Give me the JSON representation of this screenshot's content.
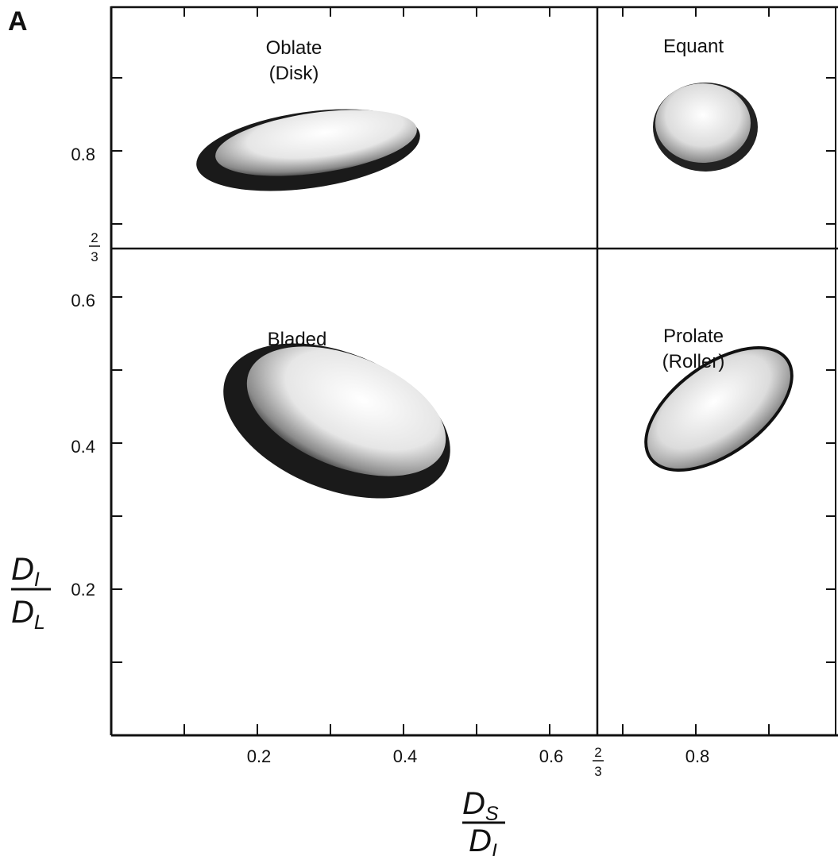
{
  "panel_label": "A",
  "regions": {
    "oblate": {
      "line1": "Oblate",
      "line2": "(Disk)"
    },
    "equant": {
      "line1": "Equant"
    },
    "bladed": {
      "line1": "Bladed"
    },
    "prolate": {
      "line1": "Prolate",
      "line2": "(Roller)"
    }
  },
  "axes": {
    "x": {
      "numerator": "D",
      "numerator_sub": "S",
      "denominator": "D",
      "denominator_sub": "I"
    },
    "y": {
      "numerator": "D",
      "numerator_sub": "I",
      "denominator": "D",
      "denominator_sub": "L"
    }
  },
  "x_tick_labels": [
    "0.2",
    "0.4",
    "0.6",
    "0.8"
  ],
  "x_boundary_label": {
    "num": "2",
    "den": "3"
  },
  "y_tick_labels": [
    "0.2",
    "0.4",
    "0.6",
    "0.8"
  ],
  "y_boundary_label": {
    "num": "2",
    "den": "3"
  },
  "chart_data": {
    "type": "scatter",
    "x_range": [
      0,
      1
    ],
    "y_range": [
      0,
      1
    ],
    "x_ticks": [
      0.1,
      0.2,
      0.3,
      0.4,
      0.5,
      0.6,
      0.7,
      0.8,
      0.9
    ],
    "y_ticks": [
      0.1,
      0.2,
      0.3,
      0.4,
      0.5,
      0.6,
      0.7,
      0.8,
      0.9
    ],
    "boundaries": {
      "x": 0.6667,
      "y": 0.6667
    },
    "regions": [
      "Oblate (Disk)",
      "Equant",
      "Bladed",
      "Prolate (Roller)"
    ]
  }
}
